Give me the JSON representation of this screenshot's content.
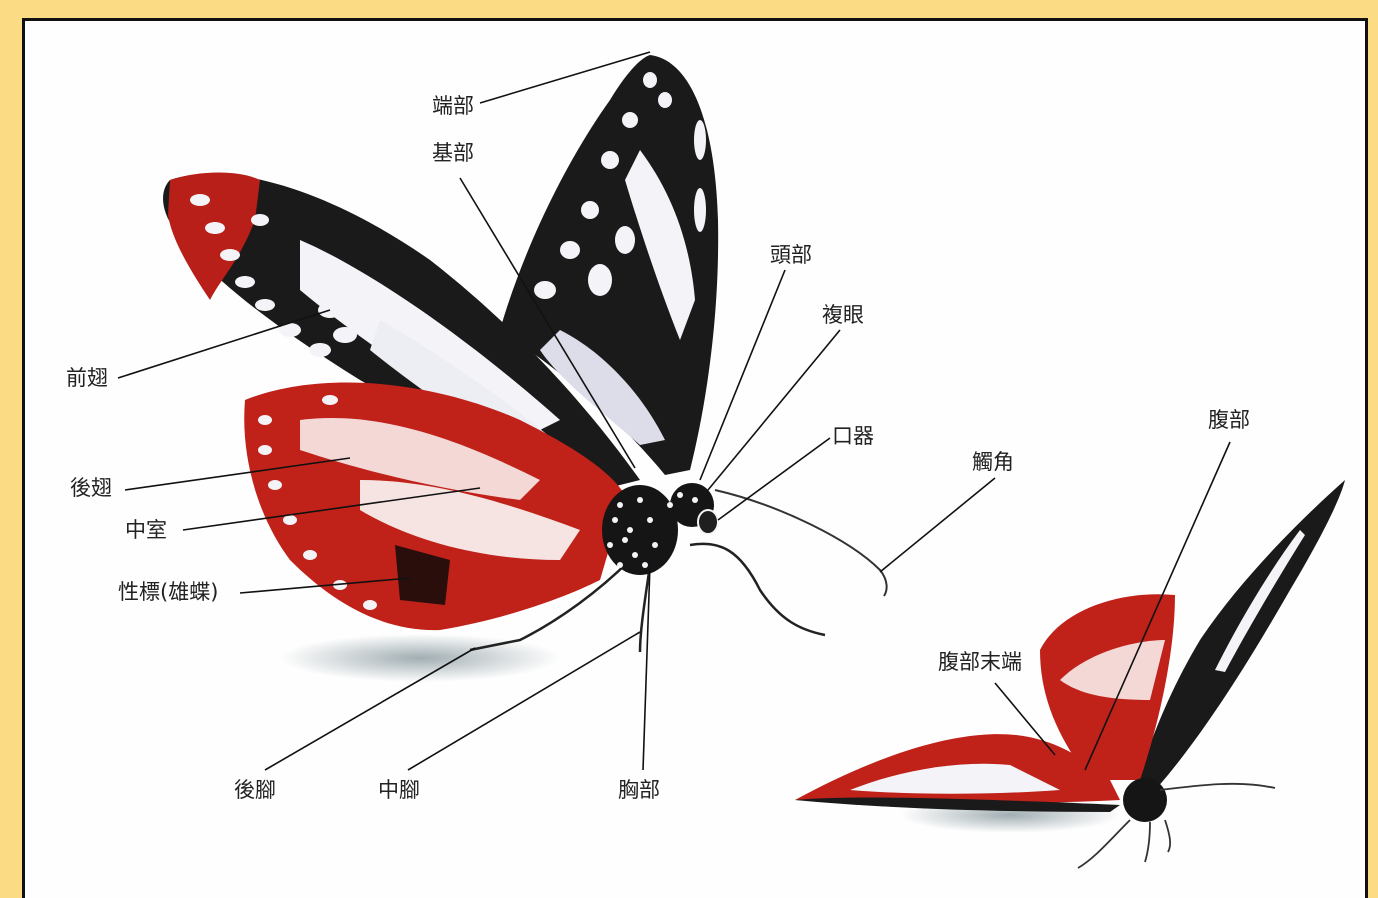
{
  "colors": {
    "background": "#fbdc84",
    "panel": "#fefefe",
    "wing_black": "#1a1a1a",
    "wing_red": "#c0221a",
    "wing_white": "#f4f4f8"
  },
  "labels": {
    "apex": "端部",
    "base": "基部",
    "head": "頭部",
    "compound_eye": "複眼",
    "mouthparts": "口器",
    "antenna": "觸角",
    "abdomen": "腹部",
    "forewing": "前翅",
    "hindwing": "後翅",
    "discal_cell": "中室",
    "sex_brand": "性標(雄蝶)",
    "abdomen_tip": "腹部末端",
    "hind_leg": "後腳",
    "mid_leg": "中腳",
    "thorax": "胸部"
  }
}
